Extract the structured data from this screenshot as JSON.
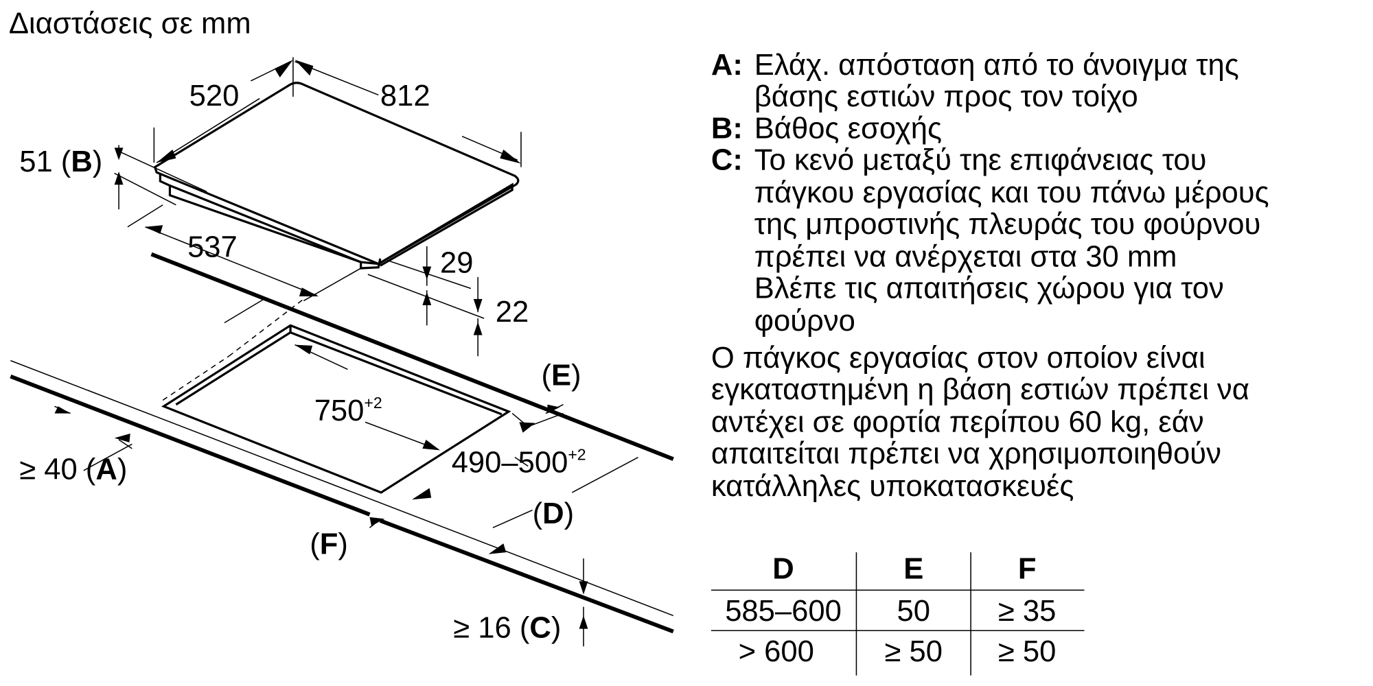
{
  "title": "Διαστάσεις σε mm",
  "dimensions": {
    "width_top": "520",
    "length_top": "812",
    "depth_b": "51",
    "label_b": "B",
    "bottom_length": "537",
    "d29": "29",
    "d22": "22",
    "cutout_length": "750",
    "cutout_length_tol": "+2",
    "cutout_width": "490–500",
    "cutout_width_tol": "+2",
    "min_a": "≥ 40",
    "label_a": "A",
    "label_e": "E",
    "label_d": "D",
    "label_f": "F",
    "min_c": "≥ 16",
    "label_c": "C"
  },
  "legend": [
    {
      "key": "A:",
      "lines": [
        "Ελάχ. απόσταση από το άνοιγμα της",
        "βάσης εστιών προς τον τοίχο"
      ]
    },
    {
      "key": "B:",
      "lines": [
        "Βάθος εσοχής"
      ]
    },
    {
      "key": "C:",
      "lines": [
        "Το κενό μεταξύ τηε επιφάνειας του",
        "πάγκου εργασίας και του πάνω μέρους",
        "της μπροστινής πλευράς του φούρνου",
        "πρέπει να ανέρχεται στα 30 mm",
        "Βλέπε τις απαιτήσεις χώρου για τον",
        "φούρνο"
      ]
    }
  ],
  "note": [
    "Ο πάγκος εργασίας στον οποίον είναι",
    "εγκαταστημένη η βάση εστιών πρέπει να",
    "αντέχει σε φορτία περίπου 60 kg, εάν",
    "απαιτείται πρέπει να χρησιμοποιηθούν",
    "κατάλληλες υποκατασκευές"
  ],
  "table": {
    "headers": [
      "D",
      "E",
      "F"
    ],
    "rows": [
      [
        "585–600",
        "50",
        "≥ 35"
      ],
      [
        "> 600",
        "≥ 50",
        "≥ 50"
      ]
    ]
  }
}
